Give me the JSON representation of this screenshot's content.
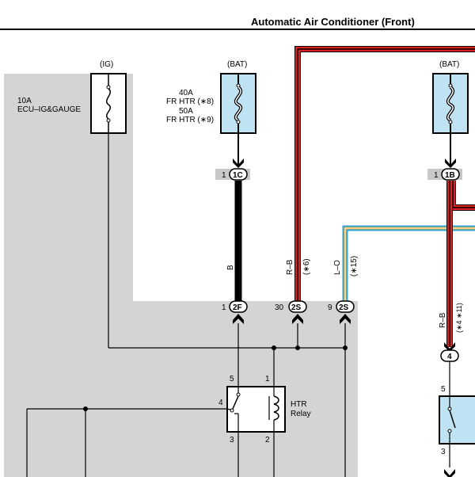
{
  "page": {
    "title": "Automatic Air Conditioner (Front)"
  },
  "sources": {
    "ig_label": "(IG)",
    "bat_label_1": "(BAT)",
    "bat_label_2": "(BAT)"
  },
  "fuses": {
    "ecu_ig": {
      "rating": "10A",
      "name": "ECU–IG&GAUGE"
    },
    "fr_htr": {
      "line1": "40A",
      "line2": "FR HTR (∗8)",
      "line3": "50A",
      "line4": "FR HTR (∗9)"
    }
  },
  "connectors": {
    "c1c": {
      "pin": "1",
      "id": "1C"
    },
    "c1b": {
      "pin": "1",
      "id": "1B"
    },
    "c2f": {
      "pin": "1",
      "id": "2F"
    },
    "c2s_a": {
      "pin": "30",
      "id": "2S"
    },
    "c2s_b": {
      "pin": "9",
      "id": "2S"
    },
    "c4": {
      "id": "4"
    }
  },
  "wires": {
    "b": "B",
    "rb_1": "R–B",
    "rb_1_note": "(∗6)",
    "lo": "L–O",
    "lo_note": "(∗15)",
    "rb_2": "R–B",
    "rb_2_note": "(∗4 ∗11)"
  },
  "relay": {
    "name_line1": "HTR",
    "name_line2": "Relay",
    "pin_5": "5",
    "pin_1": "1",
    "pin_4": "4",
    "pin_3": "3",
    "pin_2": "2"
  },
  "relay2": {
    "pin_5": "5",
    "pin_3": "3"
  },
  "colors": {
    "panel_gray": "#d4d4d4",
    "fuse_fill": "#bfe3f2",
    "red": "#e02020",
    "cyan": "#29a8d8",
    "orange": "#f0a020"
  }
}
